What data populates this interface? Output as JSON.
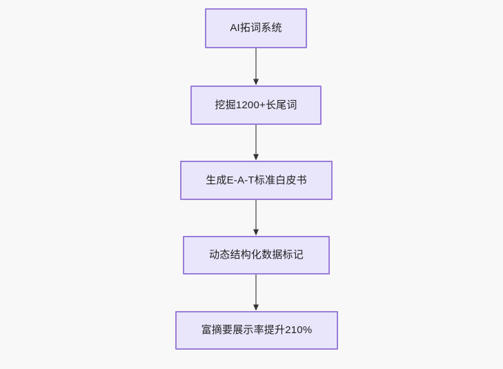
{
  "diagram": {
    "type": "flowchart",
    "direction": "top-to-bottom",
    "background_color": "#f8f8f8",
    "node_fill_color": "#e9e6fb",
    "node_border_color": "#9a7cd8",
    "node_text_color": "#1f2020",
    "edge_color": "#888888",
    "arrowhead_color": "#333333",
    "nodes": [
      {
        "id": "n1",
        "label": "AI拓词系统"
      },
      {
        "id": "n2",
        "label": "挖掘1200+长尾词"
      },
      {
        "id": "n3",
        "label": "生成E-A-T标准白皮书"
      },
      {
        "id": "n4",
        "label": "动态结构化数据标记"
      },
      {
        "id": "n5",
        "label": "富摘要展示率提升210%"
      }
    ],
    "edges": [
      {
        "from": "n1",
        "to": "n2",
        "label": ""
      },
      {
        "from": "n2",
        "to": "n3",
        "label": ""
      },
      {
        "from": "n3",
        "to": "n4",
        "label": ""
      },
      {
        "from": "n4",
        "to": "n5",
        "label": ""
      }
    ]
  }
}
